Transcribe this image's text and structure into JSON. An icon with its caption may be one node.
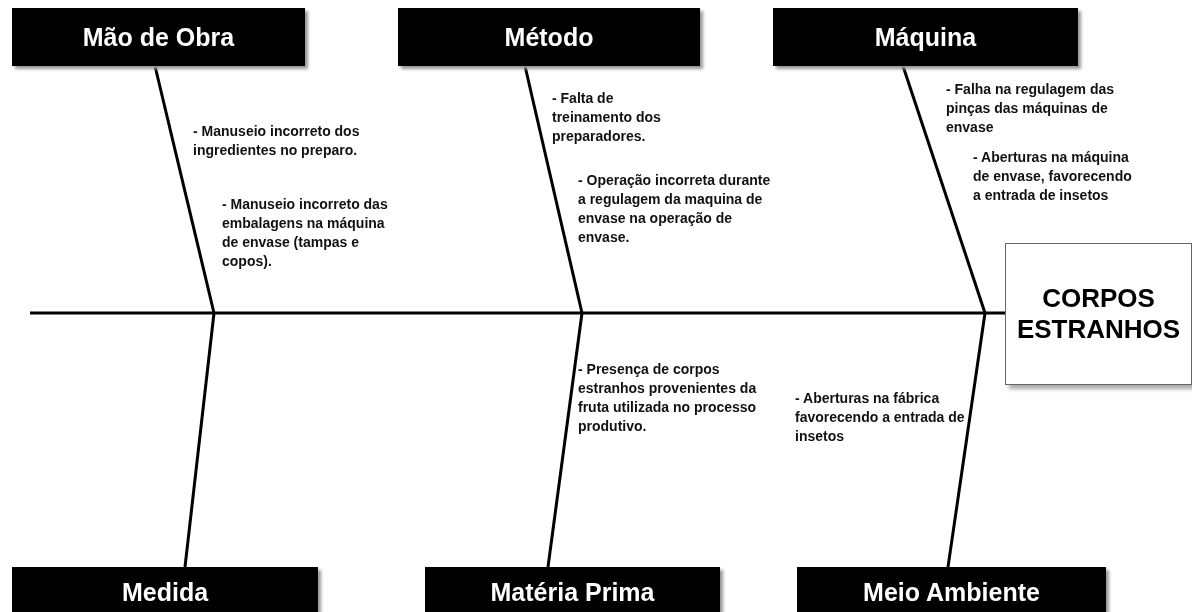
{
  "diagram": {
    "nodes": [
      {
        "text": [
          "Mão de Obra"
        ]
      },
      {
        "text": [
          "Método"
        ]
      },
      {
        "text": [
          "Máquina"
        ]
      },
      {
        "text": [
          "CORPOS ESTRANHOS"
        ]
      },
      {
        "text": [
          "Medida"
        ]
      },
      {
        "text": [
          "Matéria Prima"
        ]
      },
      {
        "text": [
          "Meio Ambiente"
        ]
      }
    ],
    "edges": [
      {
        "from": 0,
        "to": null,
        "arrow": "none"
      },
      {
        "from": 1,
        "to": null,
        "arrow": "none"
      },
      {
        "from": 2,
        "to": null,
        "arrow": "none"
      },
      {
        "from": null,
        "to": 3,
        "arrow": "none"
      },
      {
        "from": 4,
        "to": null,
        "arrow": "none"
      },
      {
        "from": 5,
        "to": null,
        "arrow": "none"
      },
      {
        "from": 6,
        "to": null,
        "arrow": "none"
      }
    ],
    "labels": [
      "- Falha na regulagem das pinças das máquinas de envase",
      "- Falta de treinamento dos preparadores.",
      "- Manuseio incorreto dos ingredientes no preparo.",
      "- Aberturas na máquina de envase, favorecendo a entrada de insetos",
      "- Operação incorreta durante a regulagem da maquina de envase na operação de envase.",
      "- Manuseio incorreto das embalagens na máquina de envase (tampas e copos).",
      "- Presença de corpos estranhos provenientes da fruta utilizada no processo produtivo.",
      "- Aberturas na fábrica favorecendo a entrada de insetos"
    ]
  }
}
